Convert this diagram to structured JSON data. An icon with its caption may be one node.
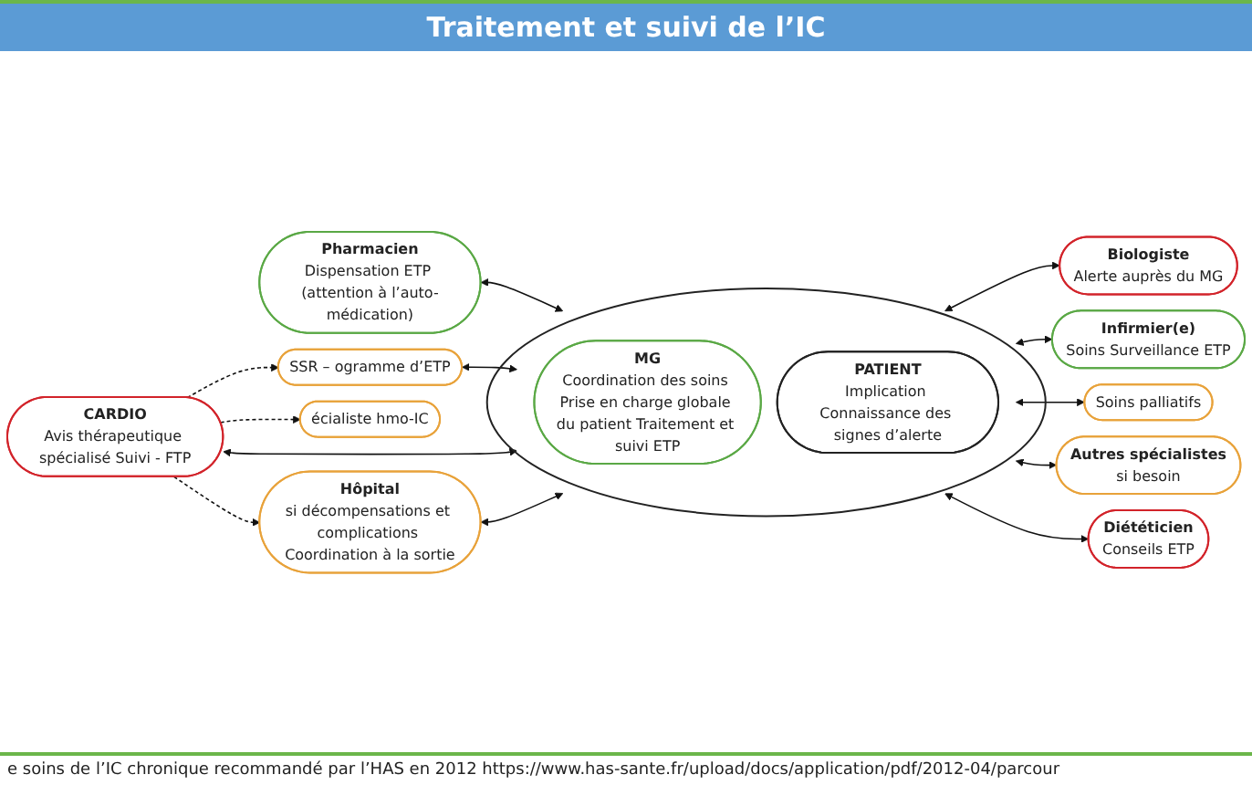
{
  "diagram": {
    "title": "Traitement et suivi de l’IC",
    "caption": "e soins de l’IC chronique recommandé par l’HAS en 2012 https://www.has-sante.fr/upload/docs/application/pdf/2012-04/parcour",
    "nodes": [
      {
        "text": [],
        "shape": "circle"
      },
      {
        "text": [
          "Pharmacien",
          "Dispensation ETP (attention à l’auto-médication)"
        ]
      },
      {
        "text": [
          "MG",
          "Coordination des soins Prise en charge globale du patient Traitement et suivi ETP"
        ],
        "in": 0
      },
      {
        "text": [
          "Biologiste",
          "Alerte auprès du MG"
        ]
      },
      {
        "text": [
          "SSR – ogramme d’ETP"
        ]
      },
      {
        "text": [
          "PATIENT",
          "Implication Connaissance des signes d’alerte"
        ],
        "in": 0
      },
      {
        "text": [
          "CARDIO",
          "Avis thérapeutique spécialisé Suivi - FTP"
        ]
      },
      {
        "text": [
          "Infirmier(e)",
          "Soins Surveillance ETP"
        ]
      },
      {
        "text": [
          "écialiste hmo-IC"
        ]
      },
      {
        "text": [
          "Hôpital",
          "si décompensations et complications Coordination à la sortie"
        ]
      },
      {
        "text": [
          "Soins palliatifs"
        ]
      },
      {
        "text": [
          "Autres spécialistes",
          "si besoin"
        ]
      },
      {
        "text": [
          "Diététicien",
          "Conseils ETP"
        ]
      }
    ],
    "edges": [
      {
        "from": 1,
        "to": 0,
        "arrow": "both"
      },
      {
        "from": 0,
        "to": 3,
        "arrow": "both"
      },
      {
        "from": 4,
        "to": 0,
        "arrow": "both"
      },
      {
        "from": 6,
        "to": 0,
        "arrow": "both"
      },
      {
        "from": 0,
        "to": 7,
        "arrow": "both"
      },
      {
        "from": 6,
        "to": 4,
        "arrow": "to",
        "style": "dashed"
      },
      {
        "from": 6,
        "to": 8,
        "arrow": "to",
        "style": "dashed"
      },
      {
        "from": 6,
        "to": 9,
        "arrow": "to",
        "style": "dashed"
      },
      {
        "from": 9,
        "to": 0,
        "arrow": "both"
      },
      {
        "from": 0,
        "to": 10,
        "arrow": "both"
      },
      {
        "from": 0,
        "to": 11,
        "arrow": "both"
      },
      {
        "from": 0,
        "to": 12,
        "arrow": "both"
      }
    ]
  }
}
